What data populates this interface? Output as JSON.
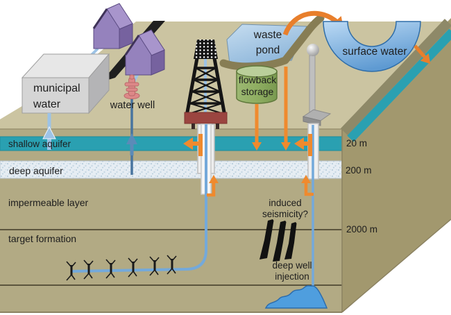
{
  "labels": {
    "municipal_water": "municipal\nwater",
    "water_well": "water well",
    "waste_pond": "waste\npond",
    "flowback_storage": "flowback\nstorage",
    "surface_water": "surface water",
    "shallow_aquifer": "shallow aquifer",
    "deep_aquifer": "deep aquifer",
    "impermeable_layer": "impermeable layer",
    "target_formation": "target formation",
    "induced_seismicity": "induced\nseismicity?",
    "deep_well_injection": "deep well\ninjection"
  },
  "depth_markers": [
    "20 m",
    "200 m",
    "2000 m"
  ],
  "colors": {
    "background": "#FFFFFF",
    "ground_top": "#CBC4A1",
    "ground_front": "#B2AA84",
    "ground_side": "#A2986E",
    "layer_line": "#5C553D",
    "aquifer_teal": "#2AA0B1",
    "deep_aquifer_fill": "#E6EDF3",
    "stream_bank_gray": "#8E8968",
    "pond_blue": "#9CC0E2",
    "pond_bank_olive": "#877D54",
    "surface_water_blue": "#7FB0DF",
    "flowback_green": "#8FAE62",
    "house_purple": "#9582BD",
    "municipal_box_gray": "#D5D5D5",
    "derrick_black": "#151515",
    "platform_maroon": "#9B4540",
    "pump_salmon": "#DD8888",
    "pipe_light_blue": "#9DC3E6",
    "pipe_medium_blue": "#74A9DA",
    "well_steel_blue": "#48749F",
    "arrow_orange": "#EF8A2E",
    "injection_fluid_blue": "#4F9EDE"
  },
  "icons": {
    "house-icon": "3d purple house",
    "municipal-water-box-icon": "3d gray box",
    "water-well-pump-icon": "salmon hand pump",
    "derrick-icon": "black drilling derrick",
    "waste-pond-icon": "blue pond with olive berm",
    "flowback-storage-icon": "green storage cylinder",
    "surface-water-icon": "blue river meander",
    "injection-well-icon": "gray injection wellhead",
    "fracture-icon": "hydraulic fracture cracks",
    "seismicity-crack-icon": "black seismic cracks",
    "flow-arrow-icon": "orange flow arrow",
    "water-up-arrow-icon": "blue extraction arrow"
  }
}
